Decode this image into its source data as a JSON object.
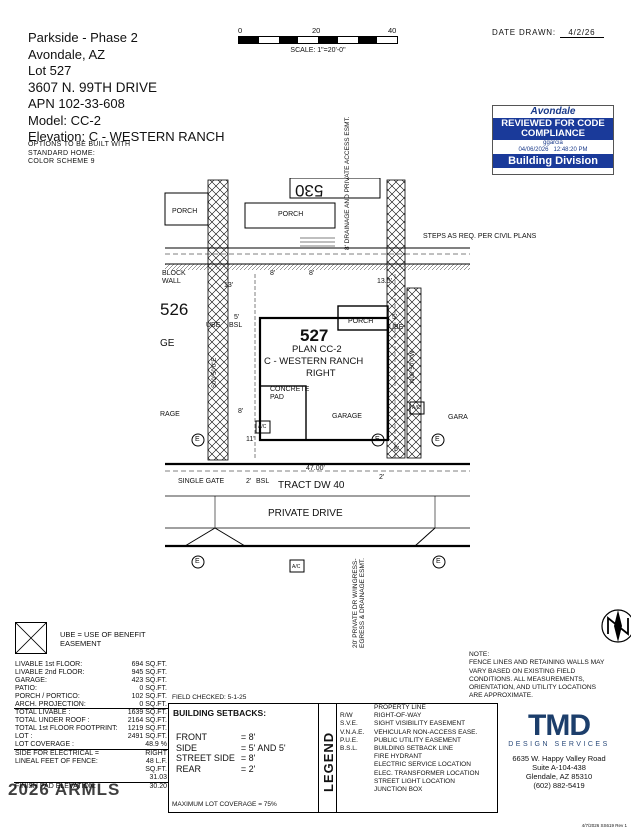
{
  "header": {
    "project": "Parkside - Phase 2",
    "city": "Avondale, AZ",
    "lot": "Lot 527",
    "address": "3607 N. 99TH DRIVE",
    "apn": "APN  102-33-608",
    "model": "Model: CC-2",
    "elevation": "Elevation: C - WESTERN RANCH"
  },
  "options": [
    "OPTIONS TO BE BUILT WITH",
    "STANDARD HOME:",
    "COLOR SCHEME 9"
  ],
  "scale": {
    "ticks": [
      "0",
      "20",
      "40"
    ],
    "caption": "SCALE:  1\"=20'-0\""
  },
  "date": {
    "label": "DATE DRAWN:",
    "value": "4/2/26"
  },
  "stamp": {
    "city": "Avondale",
    "line1": "REVIEWED FOR CODE",
    "line2": "COMPLIANCE",
    "reviewer": "ggarcia",
    "date": "04/06/2026",
    "time": "12:48:20 PM",
    "division": "Building Division"
  },
  "plan": {
    "lot_number": "527",
    "plan_line1": "PLAN CC-2",
    "plan_line2": "C - WESTERN RANCH",
    "plan_line3": "RIGHT",
    "porch_top1": "PORCH",
    "porch_top2": "PORCH",
    "lot_top": "530",
    "lot_left": "526",
    "ge": "GE",
    "rage": "RAGE",
    "gara": "GARA",
    "drain_top": "8' DRAINAGE AND PRIVATE ACCESS ESMT.",
    "steps": "STEPS AS REQ. PER CIVIL PLANS",
    "block_wall": "BLOCK WALL",
    "bsl": "BSL",
    "ube": "UBE",
    "porch": "PORCH",
    "concrete": "CONCRETE PAD",
    "garage": "GARAGE",
    "ac": "A/C",
    "single_gate": "SINGLE GATE",
    "dim_47": "47.00'",
    "tract": "TRACT DW 40",
    "private_drive": "PRIVATE DRIVE",
    "drain_bottom": "20' PRIVATE DR W/INGRESS-EGRESS & DRAINAGE ESMT.",
    "dim_8": "8'",
    "dim_13": "13'",
    "dim_5": "5'",
    "dim_11": "11'",
    "dim_2": "2'",
    "dim_135": "13.5'",
    "brg_left": "S00°50'0\"E",
    "brg_right": "N00°50'0\"W",
    "e": "E"
  },
  "ube_legend": [
    "UBE  =  USE  OF  BENEFIT",
    "EASEMENT"
  ],
  "stats": [
    [
      "LIVABLE 1st FLOOR:",
      "694 SQ.FT."
    ],
    [
      "LIVABLE 2nd FLOOR:",
      "945 SQ.FT."
    ],
    [
      "GARAGE:",
      "423 SQ.FT."
    ],
    [
      "PATIO:",
      "0 SQ.FT."
    ],
    [
      "PORCH / PORTICO:",
      "102 SQ.FT."
    ],
    [
      "ARCH. PROJECTION:",
      "0 SQ.FT."
    ],
    [
      "TOTAL LIVABLE :",
      "1639 SQ.FT."
    ],
    [
      "TOTAL UNDER ROOF :",
      "2164 SQ.FT."
    ],
    [
      "TOTAL 1st FLOOR FOOTPRINT:",
      "1219 SQ.FT."
    ],
    [
      "LOT :",
      "2491 SQ.FT."
    ],
    [
      "LOT COVERAGE :",
      "48.9 %"
    ],
    [
      "SIDE FOR ELECTRICAL =",
      "RIGHT"
    ],
    [
      "LINEAL FEET OF FENCE:",
      "48 L.F."
    ],
    [
      "",
      "SQ.FT."
    ],
    [
      "",
      "31.03"
    ],
    [
      "FINISH PAD ELEVATION:",
      "30.20"
    ]
  ],
  "field_checked": "FIELD CHECKED: 5-1-25",
  "setbacks": {
    "title": "BUILDING SETBACKS:",
    "rows": [
      [
        "FRONT",
        "= 8'"
      ],
      [
        "SIDE",
        "= 5' AND 5'"
      ],
      [
        "STREET SIDE",
        "= 8'"
      ],
      [
        "REAR",
        "= 2'"
      ]
    ],
    "max": "MAXIMUM LOT COVERAGE = 75%"
  },
  "legend": {
    "word": "LEGEND",
    "rows": [
      [
        "",
        "PROPERTY LINE"
      ],
      [
        "R/W",
        "RIGHT-OF-WAY"
      ],
      [
        "S.V.E.",
        "SIGHT VISIBILITY EASEMENT"
      ],
      [
        "V.N.A.E.",
        "VEHICULAR NON-ACCESS EASE."
      ],
      [
        "P.U.E.",
        "PUBLIC UTILITY EASEMENT"
      ],
      [
        "B.S.L.",
        "BUILDING SETBACK LINE"
      ],
      [
        "",
        "FIRE HYDRANT"
      ],
      [
        "",
        "ELECTRIC SERVICE LOCATION"
      ],
      [
        "",
        "ELEC. TRANSFORMER LOCATION"
      ],
      [
        "",
        "STREET LIGHT LOCATION"
      ],
      [
        "",
        "JUNCTION BOX"
      ]
    ]
  },
  "note": {
    "title": "NOTE:",
    "lines": [
      "FENCE LINES AND RETAINING WALLS MAY",
      "VARY BASED ON EXISTING FIELD",
      "CONDITIONS. ALL MEASUREMENTS,",
      "ORIENTATION, AND UTILITY LOCATIONS",
      "ARE APPROXIMATE."
    ]
  },
  "company": {
    "logo": "TMD",
    "subtitle": "DESIGN SERVICES",
    "address": [
      "6635 W. Happy Valley Road",
      "Suite A-104-438",
      "Glendale, AZ 85310",
      "(602) 882-5419"
    ]
  },
  "watermark": "2026 ARMLS",
  "footer": "4/7/2026 SS619 Rev 1",
  "colors": {
    "stamp_blue": "#1a3a9a",
    "tmd_blue": "#1c3e6b"
  }
}
